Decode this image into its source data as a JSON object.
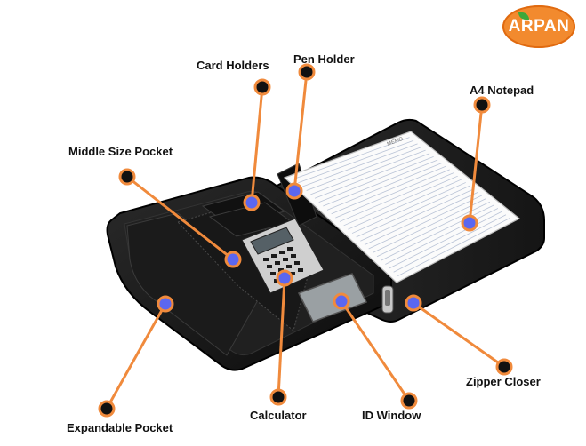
{
  "brand": {
    "logo_text": "ARPAN"
  },
  "callouts": [
    {
      "id": "card-holders",
      "label": "Card Holders"
    },
    {
      "id": "pen-holder",
      "label": "Pen Holder"
    },
    {
      "id": "a4-notepad",
      "label": "A4 Notepad"
    },
    {
      "id": "middle-size-pocket",
      "label": "Middle Size Pocket"
    },
    {
      "id": "expandable-pocket",
      "label": "Expandable Pocket"
    },
    {
      "id": "calculator",
      "label": "Calculator"
    },
    {
      "id": "id-window",
      "label": "ID Window"
    },
    {
      "id": "zipper-closer",
      "label": "Zipper Closer"
    }
  ],
  "notepad": {
    "header": "MEMO"
  },
  "colors": {
    "leader": "#f08a3c",
    "marker_blue": "#5b67f0",
    "marker_black": "#111111",
    "logo_orange": "#f28a2e",
    "portfolio": "#1a1a1a"
  }
}
